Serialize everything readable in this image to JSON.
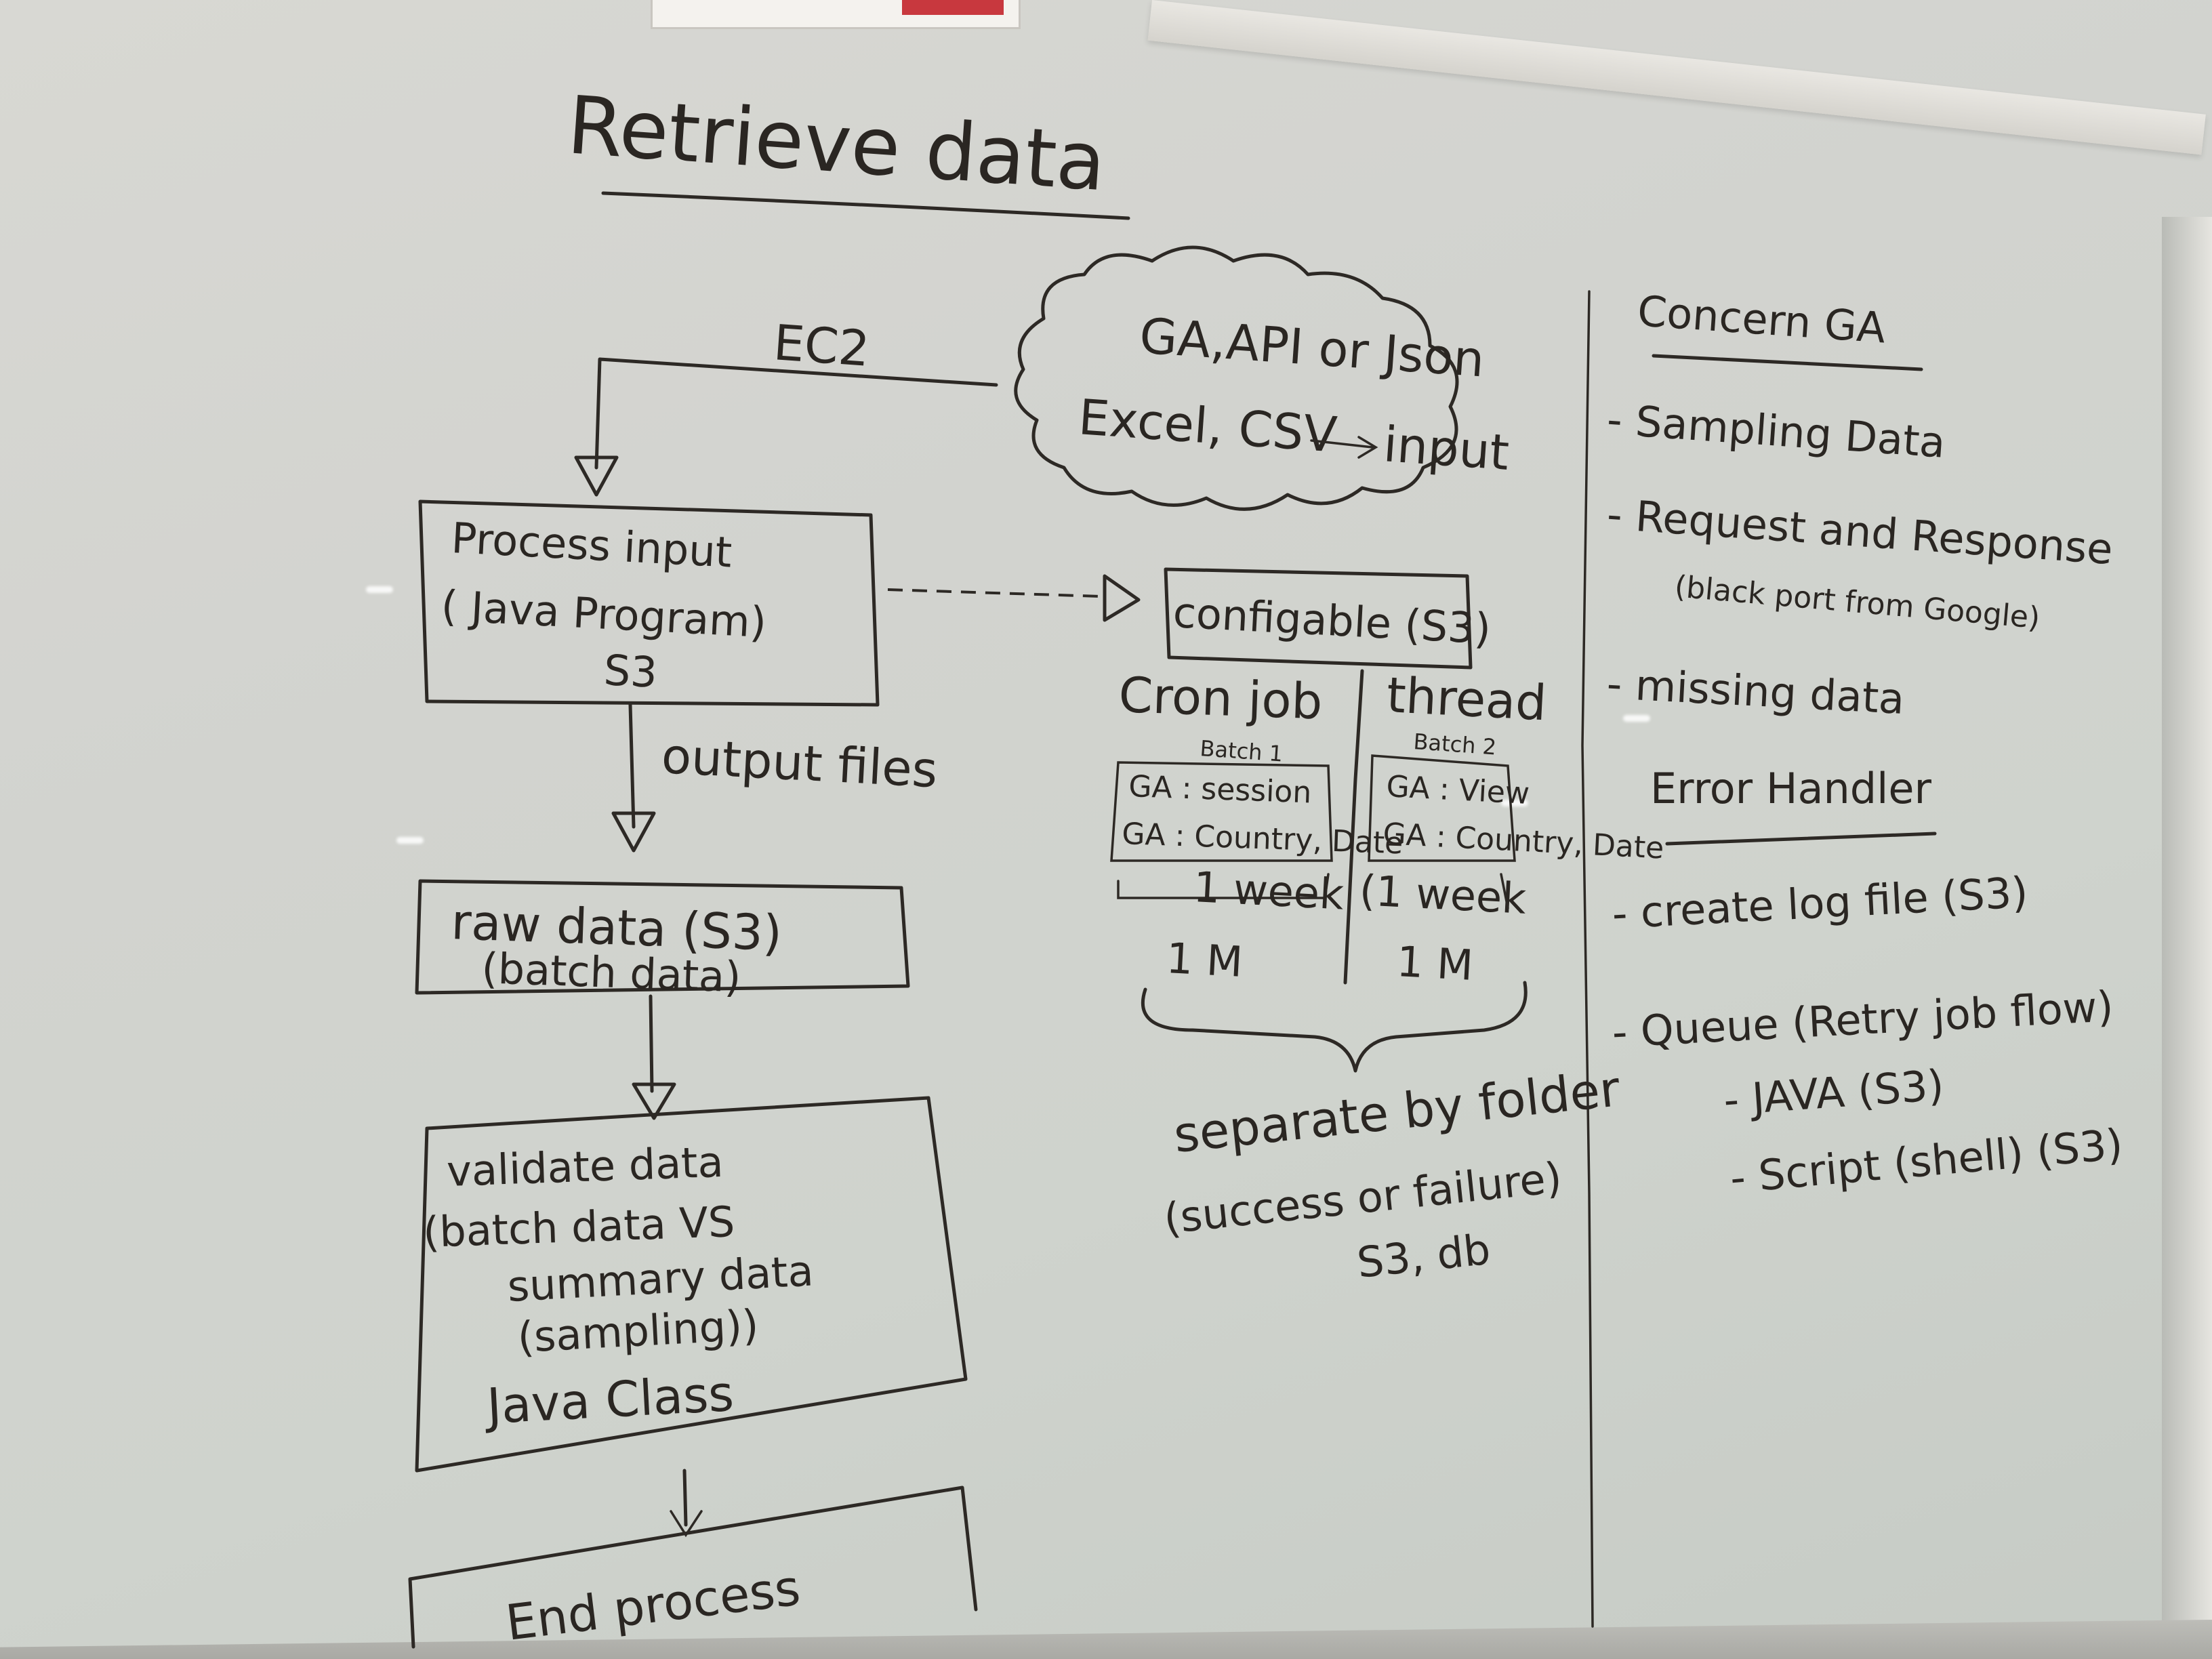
{
  "title": "Retrieve data",
  "ec2_label": "EC2",
  "cloud": {
    "line1": "GA,API or Json",
    "line2": "Excel, CSV",
    "line3": "input"
  },
  "process_box": {
    "line1": "Process input",
    "line2": "( Java Program)",
    "line3": "S3"
  },
  "output_label": "output files",
  "raw_box": {
    "line1": "raw data (S3)",
    "line2": "(batch data)"
  },
  "validate_box": {
    "line1": "validate data",
    "line2": "(batch data VS",
    "line3": "summary data",
    "line4": "(sampling))",
    "line5": "Java Class"
  },
  "end_box": {
    "line1": "End process"
  },
  "config_box": {
    "label": "configable (S3)"
  },
  "cron_col": {
    "header": "Cron job",
    "batch": "Batch 1",
    "item1": "GA : session",
    "item2": "GA : Country, Date",
    "week": "1 week",
    "month": "1 M"
  },
  "thread_col": {
    "header": "thread",
    "batch": "Batch 2",
    "item1": "GA : View",
    "item2": "GA : Country, Date",
    "week": "(1 week",
    "month": "1 M"
  },
  "separate_note": {
    "line1": "separate by folder",
    "line2": "(success or failure)",
    "line3": "S3, db"
  },
  "concern": {
    "header": "Concern GA",
    "items": [
      "- Sampling Data",
      "- Request and Response",
      "(black port from Google)",
      "- missing data"
    ]
  },
  "error": {
    "header": "Error Handler",
    "items": [
      "- create log file (S3)",
      "- Queue (Retry job flow)",
      "- JAVA      (S3)",
      "- Script (shell) (S3)"
    ]
  },
  "colors": {
    "ink": "#2a2622",
    "board": "#d2d3cf",
    "sign_red": "#c8383e"
  }
}
